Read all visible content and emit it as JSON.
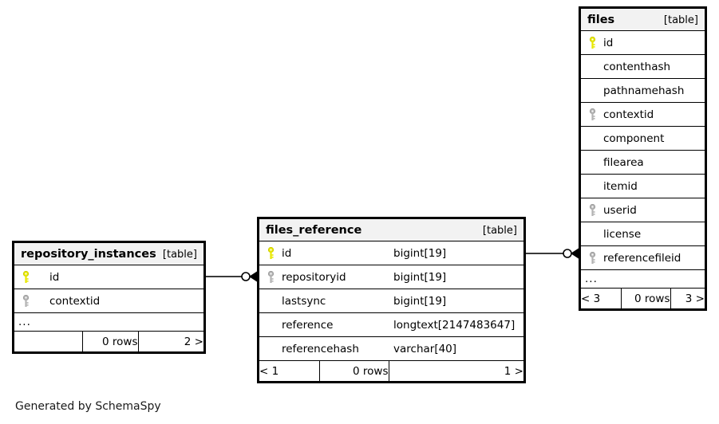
{
  "diagram": {
    "credit": "Generated by SchemaSpy",
    "table_tag": "[table]",
    "ellipsis": "...",
    "rows_label": "0 rows",
    "key_colors": {
      "primary": "#e8e800",
      "foreign": "#b3b3b3"
    },
    "line_color": "#3a3a3a"
  },
  "tables": {
    "repository_instances": {
      "name": "repository_instances",
      "tag": "[table]",
      "columns": [
        {
          "name": "id",
          "key": "primary",
          "type": ""
        },
        {
          "name": "contextid",
          "key": "foreign",
          "type": ""
        }
      ],
      "ellipsis": "...",
      "footer": {
        "left": "",
        "mid": "0 rows",
        "right": "2 >"
      }
    },
    "files_reference": {
      "name": "files_reference",
      "tag": "[table]",
      "columns": [
        {
          "name": "id",
          "key": "primary",
          "type": "bigint[19]"
        },
        {
          "name": "repositoryid",
          "key": "foreign",
          "type": "bigint[19]"
        },
        {
          "name": "lastsync",
          "key": "none",
          "type": "bigint[19]"
        },
        {
          "name": "reference",
          "key": "none",
          "type": "longtext[2147483647]"
        },
        {
          "name": "referencehash",
          "key": "none",
          "type": "varchar[40]"
        }
      ],
      "footer": {
        "left": "< 1",
        "mid": "0 rows",
        "right": "1 >"
      }
    },
    "files": {
      "name": "files",
      "tag": "[table]",
      "columns": [
        {
          "name": "id",
          "key": "primary",
          "type": ""
        },
        {
          "name": "contenthash",
          "key": "none",
          "type": ""
        },
        {
          "name": "pathnamehash",
          "key": "none",
          "type": ""
        },
        {
          "name": "contextid",
          "key": "foreign",
          "type": ""
        },
        {
          "name": "component",
          "key": "none",
          "type": ""
        },
        {
          "name": "filearea",
          "key": "none",
          "type": ""
        },
        {
          "name": "itemid",
          "key": "none",
          "type": ""
        },
        {
          "name": "userid",
          "key": "foreign",
          "type": ""
        },
        {
          "name": "license",
          "key": "none",
          "type": ""
        },
        {
          "name": "referencefileid",
          "key": "foreign",
          "type": ""
        }
      ],
      "ellipsis": "...",
      "footer": {
        "left": "< 3",
        "mid": "0 rows",
        "right": "3 >"
      }
    }
  },
  "relationships": [
    {
      "from": "repository_instances.id",
      "to": "files_reference.repositoryid",
      "from_cardinality": "zero-or-one",
      "to_cardinality": "many"
    },
    {
      "from": "files_reference.id",
      "to": "files.referencefileid",
      "from_cardinality": "zero-or-one",
      "to_cardinality": "many"
    }
  ]
}
